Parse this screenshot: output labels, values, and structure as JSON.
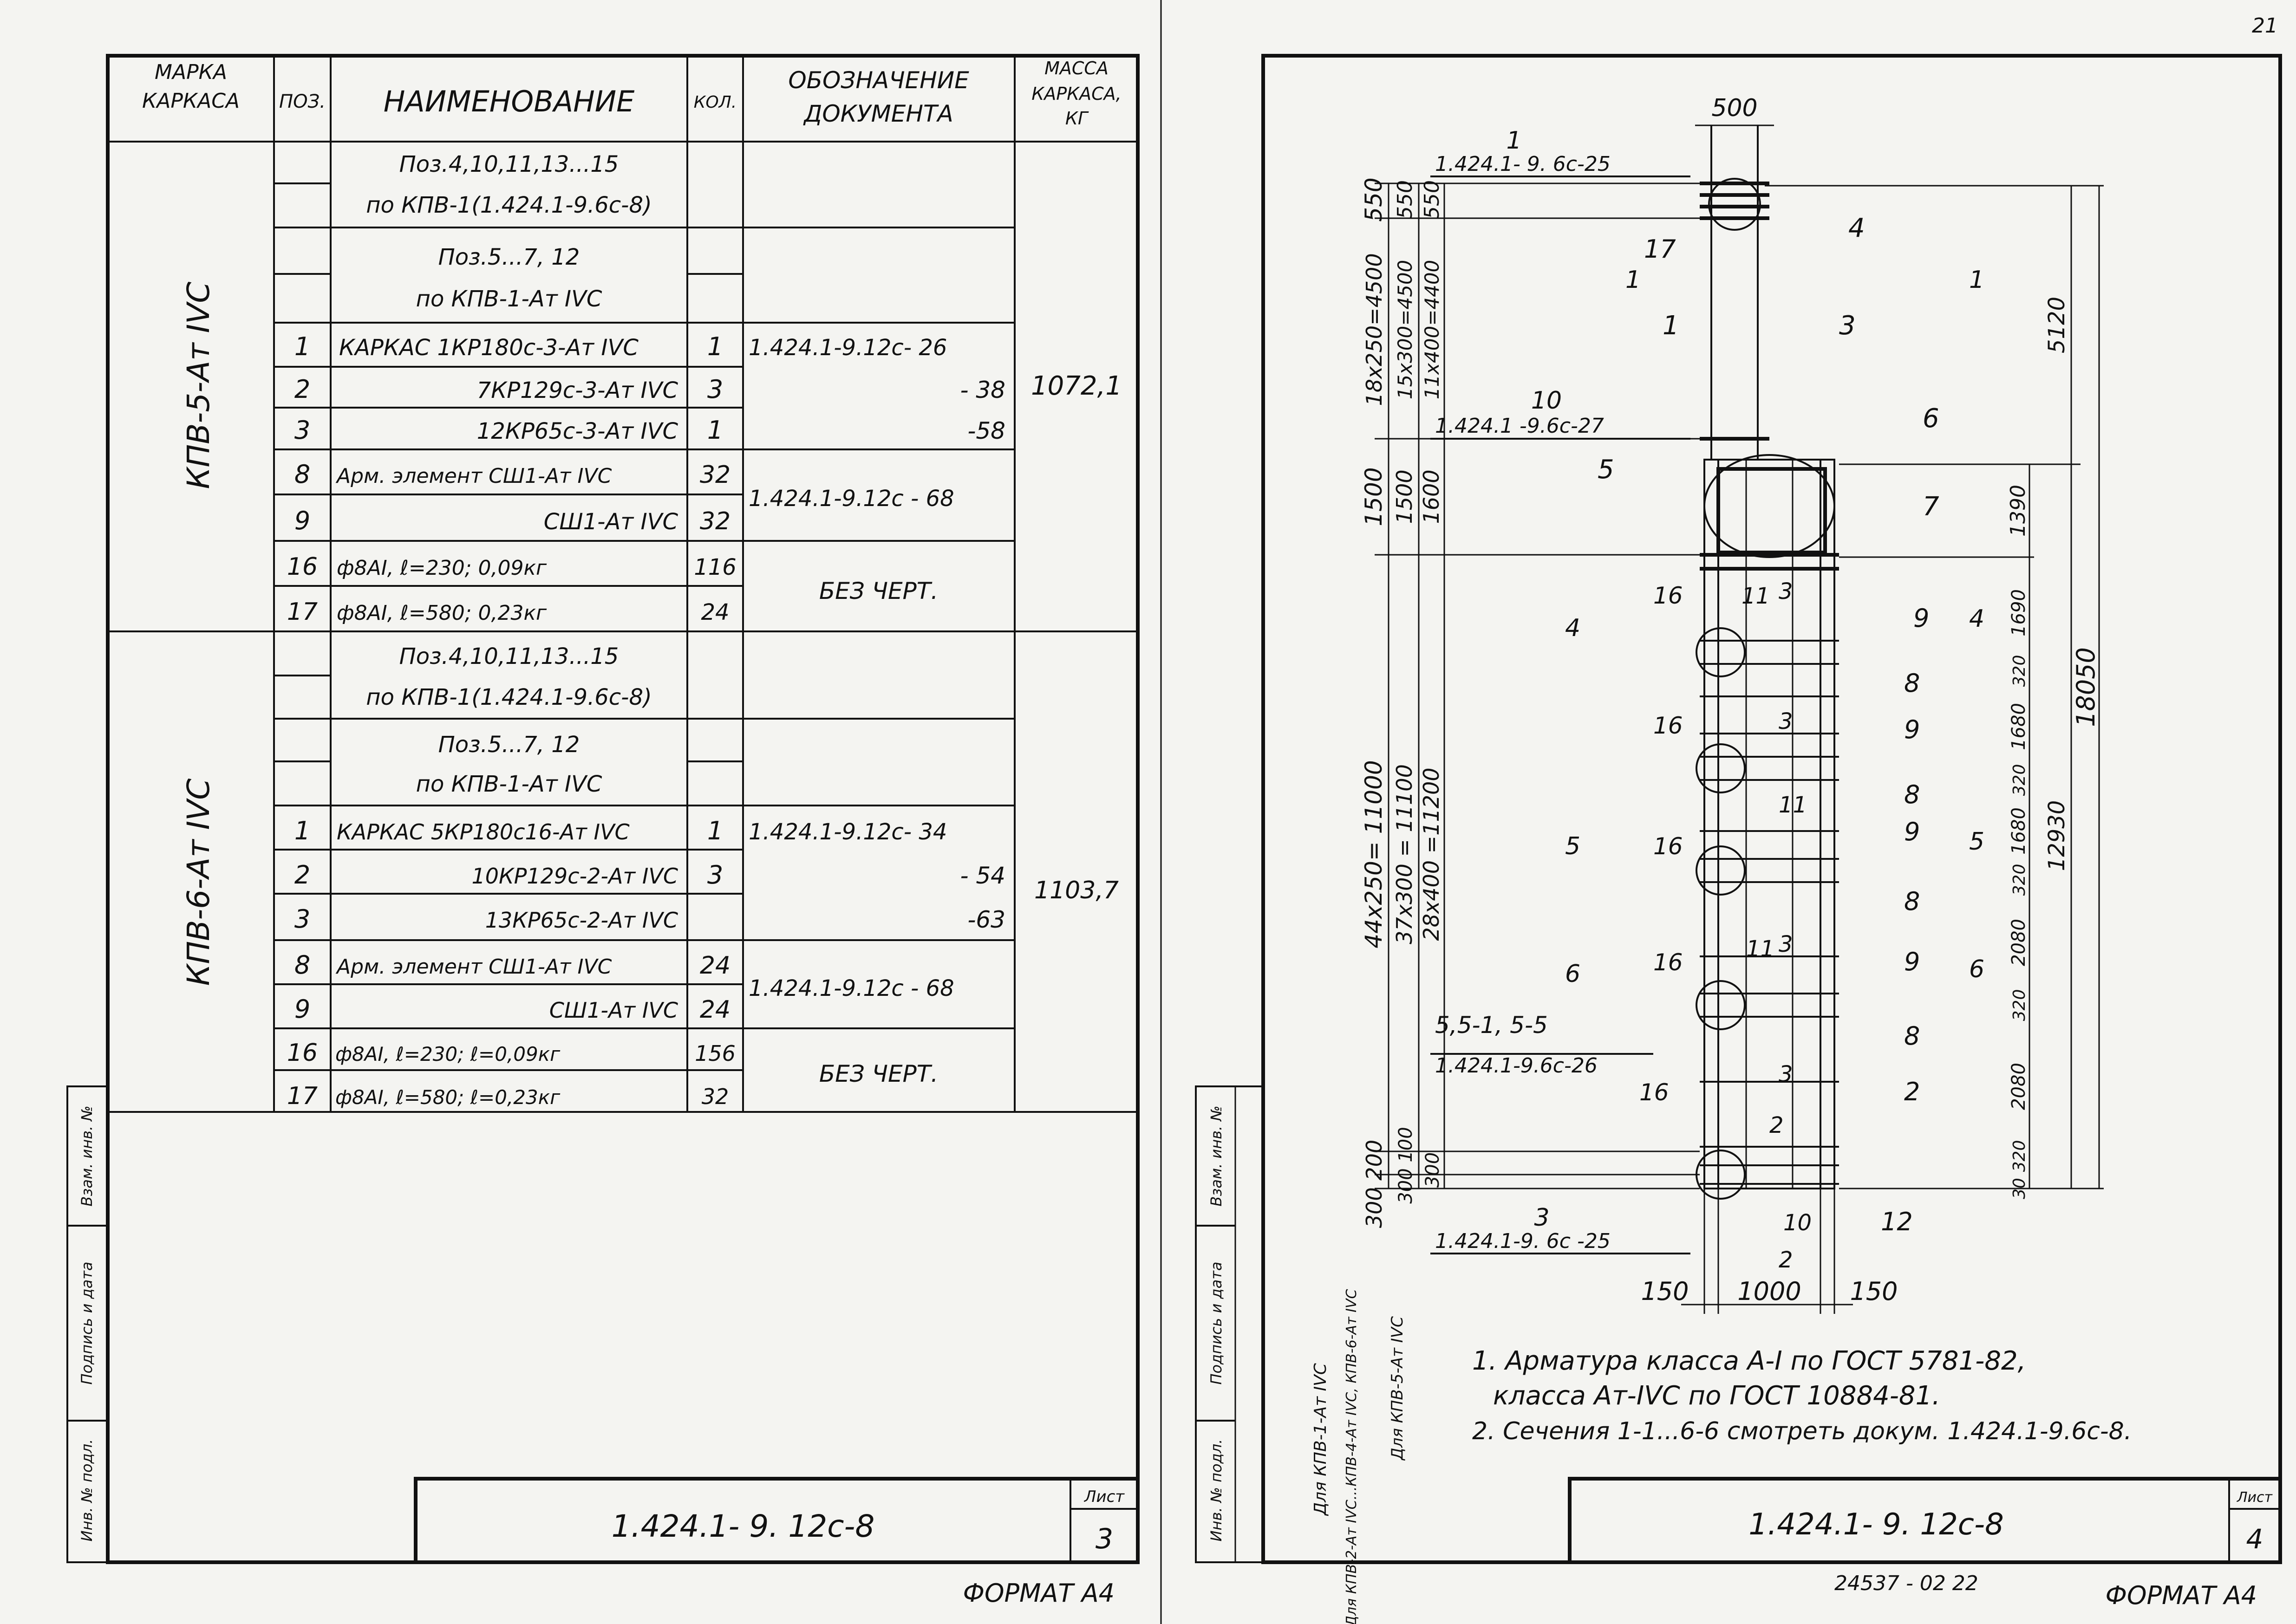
{
  "page_number": "21",
  "left_sheet": {
    "headers": {
      "marka": [
        "МАРКА",
        "КАРКАСА"
      ],
      "poz": "ПОЗ.",
      "name": "НАИМЕНОВАНИЕ",
      "kol": "КОЛ.",
      "doc": [
        "ОБОЗНАЧЕНИЕ",
        "ДОКУМЕНТА"
      ],
      "mass": [
        "МАССА",
        "КАРКАСА,",
        "КГ"
      ]
    },
    "groups": [
      {
        "marka": "КПВ-5-Ат IVС",
        "mass": "1072,1",
        "ref1": [
          "Поз.4,10,11,13...15",
          "по КПВ-1(1.424.1-9.6с-8)"
        ],
        "ref2": [
          "Поз.5...7, 12",
          "по КПВ-1-Ат IVС"
        ],
        "rows": [
          {
            "poz": "1",
            "name": "КАРКАС 1КР180с-3-Ат IVС",
            "kol": "1",
            "doc": "1.424.1-9.12с- 26"
          },
          {
            "poz": "2",
            "name": "7КР129с-3-Ат IVС",
            "kol": "3",
            "doc": "- 38"
          },
          {
            "poz": "3",
            "name": "12КР65с-3-Ат IVС",
            "kol": "1",
            "doc": "-58"
          },
          {
            "poz": "8",
            "name": "Арм. элемент СШ1-Ат IVС",
            "kol": "32",
            "doc": "1.424.1-9.12с - 68"
          },
          {
            "poz": "9",
            "name": "СШ1-Ат IVС",
            "kol": "32",
            "doc": ""
          },
          {
            "poz": "16",
            "name": "ф8АI, ℓ=230; 0,09кг",
            "kol": "116",
            "doc": "БЕЗ ЧЕРТ."
          },
          {
            "poz": "17",
            "name": "ф8АI, ℓ=580; 0,23кг",
            "kol": "24",
            "doc": ""
          }
        ]
      },
      {
        "marka": "КПВ-6-Ат IVС",
        "mass": "1103,7",
        "ref1": [
          "Поз.4,10,11,13...15",
          "по КПВ-1(1.424.1-9.6с-8)"
        ],
        "ref2": [
          "Поз.5...7, 12",
          "по КПВ-1-Ат IVС"
        ],
        "rows": [
          {
            "poz": "1",
            "name": "КАРКАС 5КР180с16-Ат IVС",
            "kol": "1",
            "doc": "1.424.1-9.12с- 34"
          },
          {
            "poz": "2",
            "name": "10КР129с-2-Ат IVС",
            "kol": "3",
            "doc": "- 54"
          },
          {
            "poz": "3",
            "name": "13КР65с-2-Ат IVС",
            "kol": "",
            "doc": "-63"
          },
          {
            "poz": "8",
            "name": "Арм. элемент СШ1-Ат IVС",
            "kol": "24",
            "doc": "1.424.1-9.12с - 68"
          },
          {
            "poz": "9",
            "name": "СШ1-Ат IVС",
            "kol": "24",
            "doc": ""
          },
          {
            "poz": "16",
            "name": "ф8АI, ℓ=230; ℓ=0,09кг",
            "kol": "156",
            "doc": "БЕЗ ЧЕРТ."
          },
          {
            "poz": "17",
            "name": "ф8АI, ℓ=580; ℓ=0,23кг",
            "kol": "32",
            "doc": ""
          }
        ]
      }
    ],
    "side_labels": [
      "Инв. № подл.",
      "Подпись и дата",
      "Взам. инв. №"
    ],
    "stamp_code": "1.424.1- 9. 12с-8",
    "sheet_label": "Лист",
    "sheet_number": "3",
    "format": "ФОРМАТ А4"
  },
  "right_sheet": {
    "side_labels": [
      "Инв. № подл.",
      "Подпись и дата",
      "Взам. инв. №"
    ],
    "side_notes": [
      "Для КПВ-1-Ат IVС",
      "Для КПВ-2-Ат IVС...КПВ-4-Ат IVС, КПВ-6-Ат IVС",
      "Для КПВ-5-Ат IVС"
    ],
    "dimensions": {
      "top_width": "500",
      "left_col1": [
        "550",
        "18х250=4500",
        "1500",
        "44х250= 11000",
        "300 200"
      ],
      "left_col2": [
        "550",
        "15х300=4500",
        "1500",
        "37х300 = 11100",
        "300 100"
      ],
      "left_col3": [
        "550",
        "11х400=4400",
        "1600",
        "28х400 =11200",
        "300"
      ],
      "right_inner": [
        "1390",
        "1690",
        "320",
        "1680",
        "320",
        "1680",
        "320",
        "2080",
        "320",
        "2080",
        "320",
        "30"
      ],
      "right_mid": [
        "5120",
        "12930"
      ],
      "right_total": "18050",
      "bottom": [
        "150",
        "1000",
        "150"
      ]
    },
    "callouts": {
      "c1": "1",
      "c1_doc": "1.424.1- 9. 6с-25",
      "c10": "10",
      "c10_doc": "1.424.1 -9.6с-27",
      "c3": "3",
      "c3_doc": "1.424.1-9. 6с -25",
      "c55": "5,5-1, 5-5",
      "c55_doc": "1.424.1-9.6с-26",
      "marks": [
        "4",
        "17",
        "1",
        "3",
        "6",
        "5",
        "7",
        "16",
        "11",
        "3",
        "9",
        "8",
        "9",
        "8",
        "9",
        "8",
        "9",
        "8",
        "2",
        "2",
        "10",
        "12",
        "16",
        "16",
        "16",
        "16",
        "11",
        "11",
        "3",
        "3",
        "3",
        "2"
      ],
      "sections": [
        "1",
        "1",
        "4",
        "4",
        "5",
        "5",
        "6",
        "6"
      ]
    },
    "notes": [
      "1. Арматура класса А-I по ГОСТ 5781-82,",
      "классa Ат-IVС по ГОСТ 10884-81.",
      "2. Сечения 1-1...6-6 смотреть докум. 1.424.1-9.6с-8."
    ],
    "stamp_code": "1.424.1- 9. 12с-8",
    "sheet_label": "Лист",
    "sheet_number": "4",
    "bottom_code": "24537 - 02   22",
    "format": "ФОРМАТ А4"
  }
}
